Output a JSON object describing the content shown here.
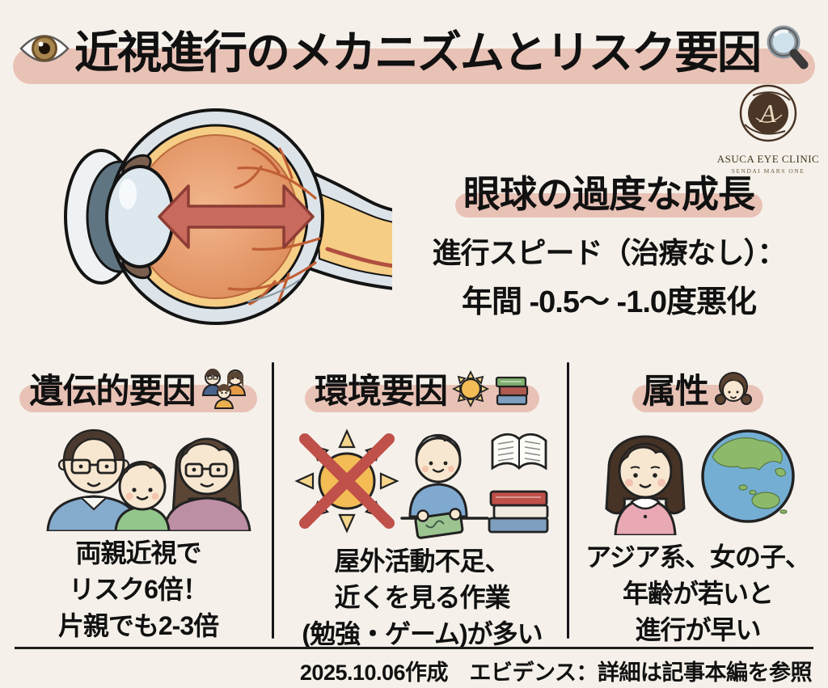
{
  "page": {
    "background_color": "#f5f1ea",
    "highlight_color": "#e9c2b6"
  },
  "header": {
    "title": "近視進行のメカニズムとリスク要因",
    "left_icon": "eye-emoji-icon",
    "right_icon": "magnifying-glass-icon"
  },
  "logo": {
    "monogram": "A",
    "name": "ASUCA EYE CLINIC",
    "subtitle": "SENDAI MARS ONE"
  },
  "overview": {
    "diagram": "eyeball-cross-section-axial-elongation-arrow",
    "heading": "眼球の過度な成長",
    "detail_line1": "進行スピード（治療なし）：",
    "detail_line2": "年間 -0.5〜 -1.0度悪化"
  },
  "factors": [
    {
      "heading": "遺伝的要因",
      "header_icon": "family-icon",
      "illustration": "parents-with-glasses-and-child",
      "lines": [
        "両親近視で",
        "リスク6倍！",
        "片親でも2-3倍"
      ]
    },
    {
      "heading": "環境要因",
      "header_icons": [
        "sun-icon",
        "books-icon"
      ],
      "illustration": "crossed-out-sun-child-with-tablet-books",
      "lines": [
        "屋外活動不足、",
        "近くを見る作業",
        "(勉強・ゲーム)が多い"
      ]
    },
    {
      "heading": "属性",
      "header_icon": "girl-icon",
      "illustration": "girl-and-globe",
      "lines": [
        "アジア系、女の子、",
        "年齢が若いと",
        "進行が早い"
      ]
    }
  ],
  "footer": {
    "note": "2025.10.06作成　エビデンス：詳細は記事本編を参照"
  }
}
